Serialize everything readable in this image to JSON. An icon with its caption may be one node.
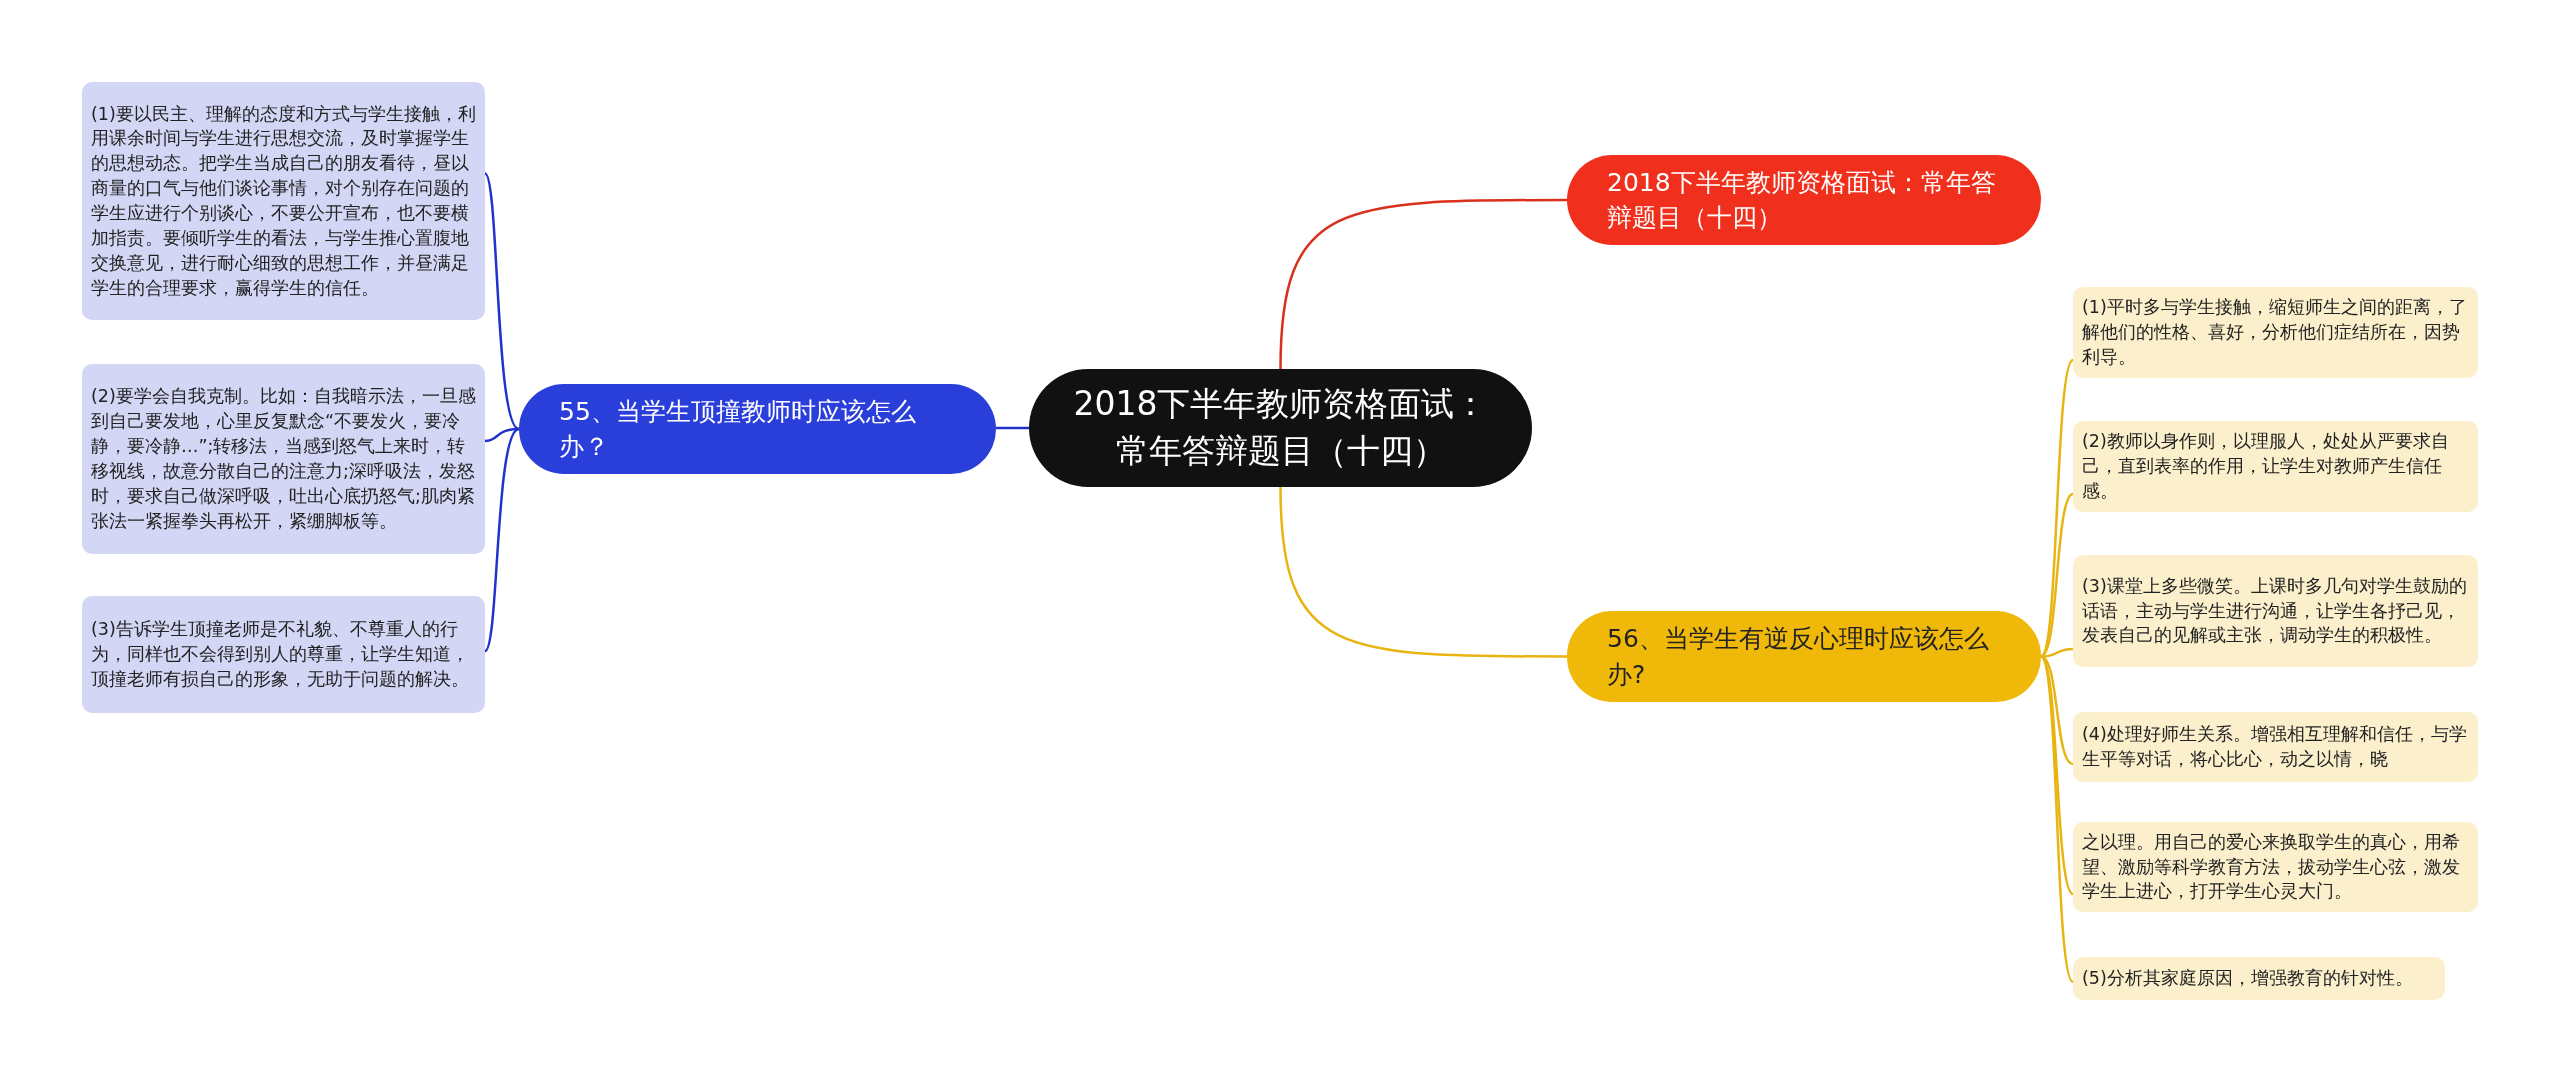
{
  "diagram": {
    "nodes": [
      {
        "text": [
          "2018下半年教师资格面试：常年答辩题目（十四）"
        ]
      },
      {
        "text": [
          "2018下半年教师资格面试：常年答辩题目（十四）"
        ]
      },
      {
        "text": [
          "55、当学生顶撞教师时应该怎么办？"
        ]
      },
      {
        "text": [
          "(1)要以民主、理解的态度和方式与学生接触，利用课余时间与学生进行思想交流，及时掌握学生的思想动态。把学生当成自己的朋友看待，昼以商量的口气与他们谈论事情，对个别存在问题的学生应进行个别谈心，不要公开宣布，也不要横加指责。要倾听学生的看法，与学生推心置腹地交换意见，进行耐心细致的思想工作，并昼满足学生的合理要求，赢得学生的信任。"
        ]
      },
      {
        "text": [
          "(2)要学会自我克制。比如：自我暗示法，一旦感到自己要发地，心里反复默念“不要发火，要冷静，要冷静…”;转移法，当感到怒气上来时，转移视线，故意分散自己的注意力;深呼吸法，发怒时，要求自己做深呼吸，吐出心底扔怒气;肌肉紧张法一紧握拳头再松开，紧绷脚板等。"
        ]
      },
      {
        "text": [
          "(3)告诉学生顶撞老师是不礼貌、不尊重人的行为，同样也不会得到别人的尊重，让学生知道，顶撞老师有损自己的形象，无助于问题的解决。"
        ]
      },
      {
        "text": [
          "56、当学生有逆反心理时应该怎么办?"
        ]
      },
      {
        "text": [
          "(1)平时多与学生接触，缩短师生之间的距离，了解他们的性格、喜好，分析他们症结所在，因势利导。"
        ]
      },
      {
        "text": [
          "(2)教师以身作则，以理服人，处处从严要求自己，直到表率的作用，让学生对教师产生信任感。"
        ]
      },
      {
        "text": [
          "(3)课堂上多些微笑。上课时多几句对学生鼓励的话语，主动与学生进行沟通，让学生各抒己见，发表自己的见解或主张，调动学生的积极性。"
        ]
      },
      {
        "text": [
          "(4)处理好师生关系。增强相互理解和信任，与学生平等对话，将心比心，动之以情，晓"
        ]
      },
      {
        "text": [
          "之以理。用自己的爱心来换取学生的真心，用希望、激励等科学教育方法，拔动学生心弦，激发学生上进心，打开学生心灵大门。"
        ]
      },
      {
        "text": [
          "(5)分析其家庭原因，增强教育的针对性。"
        ]
      }
    ],
    "edges": [
      {
        "from": 0,
        "to": 1,
        "arrow": "none",
        "color": "#d9301c"
      },
      {
        "from": 0,
        "to": 2,
        "arrow": "none",
        "color": "#2233cc"
      },
      {
        "from": 2,
        "to": 3,
        "arrow": "none",
        "color": "#2233cc"
      },
      {
        "from": 2,
        "to": 4,
        "arrow": "none",
        "color": "#2233cc"
      },
      {
        "from": 2,
        "to": 5,
        "arrow": "none",
        "color": "#2233cc"
      },
      {
        "from": 0,
        "to": 6,
        "arrow": "none"
      },
      {
        "from": 6,
        "to": 7,
        "arrow": "none"
      },
      {
        "from": 6,
        "to": 8,
        "arrow": "none"
      },
      {
        "from": 6,
        "to": 9,
        "arrow": "none"
      },
      {
        "from": 6,
        "to": 10,
        "arrow": "none"
      },
      {
        "from": 6,
        "to": 11,
        "arrow": "none"
      },
      {
        "from": 6,
        "to": 12,
        "arrow": "none"
      }
    ]
  }
}
